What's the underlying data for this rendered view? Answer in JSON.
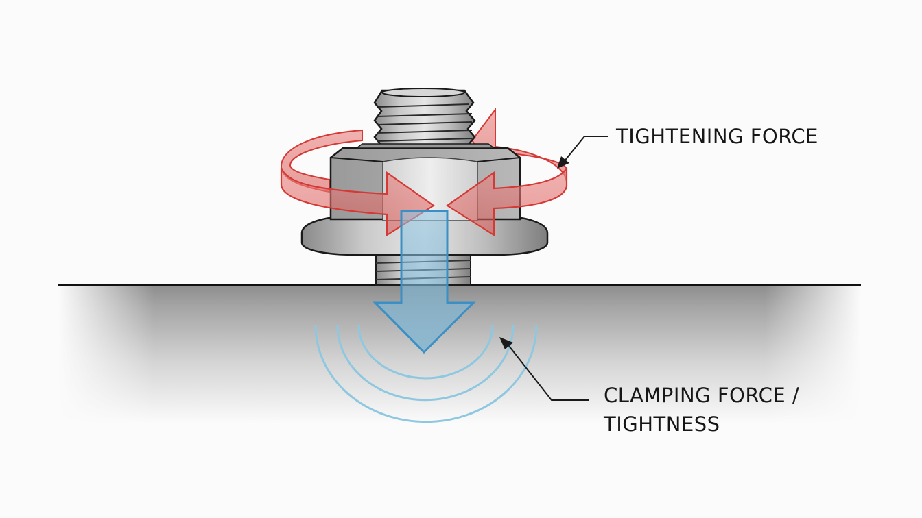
{
  "title": "Nut tightening force and clamping force diagram",
  "labels": {
    "tightening": "TIGHTENING FORCE",
    "clamping_line1": "CLAMPING FORCE /",
    "clamping_line2": "TIGHTNESS"
  },
  "components": {
    "bolt": "threaded-bolt",
    "nut": "hex-flange-nut",
    "surface": "clamped-surface"
  },
  "colors": {
    "tightening_arrow": "#d9534f",
    "clamping_arrow": "#3a8fc4",
    "pressure_waves": "#8ec8e0",
    "metal": "#b8b8b8",
    "outline": "#1a1a1a",
    "surface_shadow": "#a8a8a8",
    "background": "#fbfbfb"
  }
}
